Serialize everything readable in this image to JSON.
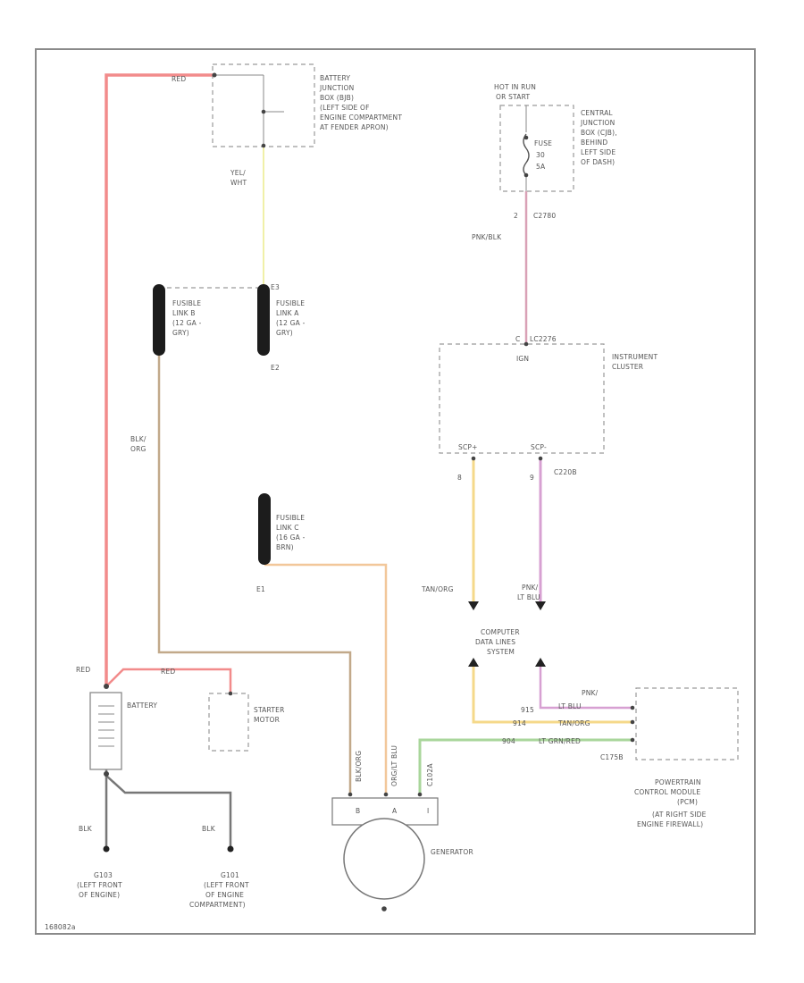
{
  "figure_id": "168082a",
  "colors": {
    "red": "#f28b8b",
    "yel_wht": "#f0f0a8",
    "blk_org": "#c2a98a",
    "pnk_blk": "#d9a1b6",
    "tan_org": "#f5d98a",
    "pnk_lt_blu": "#d7a0d2",
    "dk_grn": "#a9d69b",
    "org_lt_blu": "#f2c79a",
    "blk": "#777777",
    "fuse_body": "#1c1c1c"
  },
  "battery_junction": {
    "lines": [
      "BATTERY",
      "JUNCTION",
      "BOX (BJB)",
      "(LEFT SIDE OF",
      "ENGINE COMPARTMENT",
      "AT FENDER APRON)"
    ]
  },
  "central_junction": {
    "hot": [
      "HOT IN RUN",
      "OR START"
    ],
    "fuse": [
      "FUSE",
      "30",
      "5A"
    ],
    "lines": [
      "CENTRAL",
      "JUNCTION",
      "BOX (CJB),",
      "BEHIND",
      "LEFT SIDE",
      "OF DASH)"
    ],
    "pin": "2",
    "connector": "C2780"
  },
  "wires": {
    "red_top": "RED",
    "yel_wht": [
      "YEL/",
      "WHT"
    ],
    "pnk_blk": "PNK/BLK",
    "blk_org": [
      "BLK/",
      "ORG"
    ],
    "tan_org": "TAN/ORG",
    "pnk_lt_blu": [
      "PNK/",
      "LT BLU"
    ],
    "red_batt": "RED",
    "red_starter": "RED",
    "blk_left": "BLK",
    "blk_right": "BLK"
  },
  "fusible_links": {
    "b": [
      "FUSIBLE",
      "LINK B",
      "(12 GA -",
      "GRY)"
    ],
    "a": [
      "FUSIBLE",
      "LINK A",
      "(12 GA -",
      "GRY)"
    ],
    "c": [
      "FUSIBLE",
      "LINK C",
      "(16 GA -",
      "BRN)"
    ],
    "a_top": "E3",
    "a_bottom": "E2",
    "c_bottom": "E1"
  },
  "instrument_cluster": {
    "pin_top": "C",
    "connector_top": "LC2276",
    "ign": "IGN",
    "name": [
      "INSTRUMENT",
      "CLUSTER"
    ],
    "pin_left": "SCP+",
    "pin_right": "SCP-",
    "num_left": "8",
    "num_right": "9",
    "connector_bottom": "C220B"
  },
  "computer_data": [
    "COMPUTER",
    "DATA LINES",
    "SYSTEM"
  ],
  "pcm": {
    "wire_pnk": [
      "PNK/",
      "LT BLU"
    ],
    "pin1": "915",
    "wire1": "LT BLU",
    "pin2": "914",
    "wire2": "TAN/ORG",
    "pin3": "904",
    "wire3": "LT GRN/RED",
    "connector": "C175B",
    "lines": [
      "POWERTRAIN",
      "CONTROL MODULE",
      "(PCM)",
      "(AT RIGHT SIDE",
      "ENGINE FIREWALL)"
    ]
  },
  "battery": "BATTERY",
  "starter": [
    "STARTER",
    "MOTOR"
  ],
  "generator": {
    "name": "GENERATOR",
    "pins": [
      "B",
      "A",
      "I"
    ],
    "connector": "C102A",
    "wire1": "BLK/ORG",
    "wire2": "ORG/LT BLU",
    "wire3": "LT GRN/RED"
  },
  "grounds": {
    "left": [
      "G103",
      "(LEFT FRONT",
      "OF ENGINE)"
    ],
    "right": [
      "G101",
      "(LEFT FRONT",
      "OF ENGINE",
      "COMPARTMENT)"
    ]
  }
}
